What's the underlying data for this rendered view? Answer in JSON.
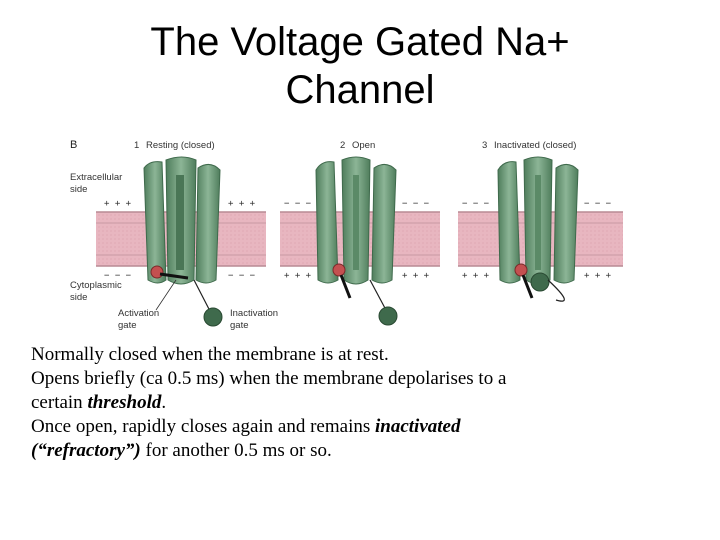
{
  "slide": {
    "title_line1": "The Voltage Gated Na+",
    "title_line2": "Channel"
  },
  "figure": {
    "panel_letter": "B",
    "panels": [
      {
        "number": "1",
        "label": "Resting (closed)",
        "top_charges": "+ + +",
        "bottom_charges": "− − −"
      },
      {
        "number": "2",
        "label": "Open",
        "top_charges": "− − −",
        "bottom_charges": "+ + +"
      },
      {
        "number": "3",
        "label": "Inactivated (closed)",
        "top_charges": "− − −",
        "bottom_charges": "+ + +"
      }
    ],
    "side_labels": {
      "extracellular_1": "Extracellular",
      "extracellular_2": "side",
      "cytoplasmic_1": "Cytoplasmic",
      "cytoplasmic_2": "side"
    },
    "gate_labels": {
      "activation_1": "Activation",
      "activation_2": "gate",
      "inactivation_1": "Inactivation",
      "inactivation_2": "gate"
    },
    "colors": {
      "membrane": "#e8b6c0",
      "membrane_edge": "#b88a94",
      "channel": "#6f9a7a",
      "channel_dark": "#3f6a4c",
      "channel_light": "#a9c9b0",
      "pore": "#4a7656"
    }
  },
  "body": {
    "line1": "Normally closed when the membrane is at rest.",
    "line2": "Opens briefly (ca 0.5 ms) when the membrane depolarises to a",
    "line3_prefix": "certain ",
    "line3_emph": "threshold",
    "line3_suffix": ".",
    "line4_prefix": "Once open, rapidly closes again and remains ",
    "line4_emph": "inactivated",
    "line5_emph": "(“refractory”)",
    "line5_suffix": " for another 0.5 ms or so."
  }
}
